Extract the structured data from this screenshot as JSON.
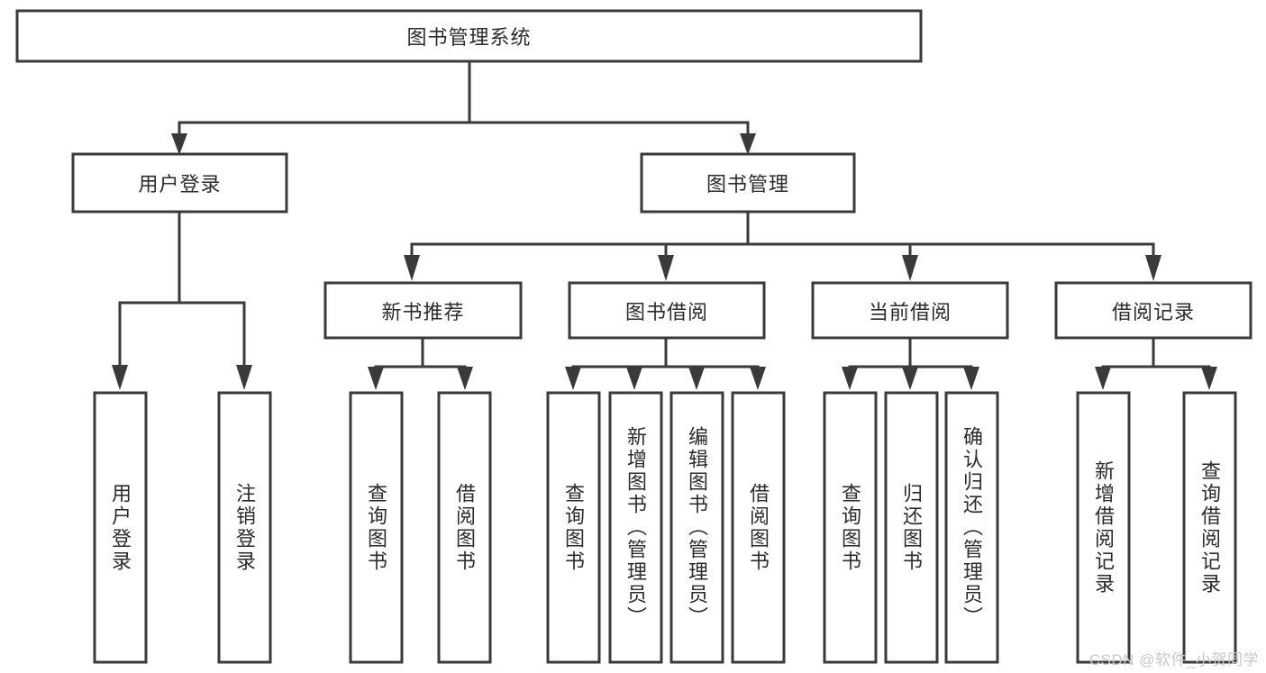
{
  "diagram": {
    "type": "tree-hierarchy",
    "orientation": "top-down",
    "title": "图书管理系统",
    "root": {
      "id": "root",
      "label": "图书管理系统",
      "text_orientation": "horizontal"
    },
    "level1": [
      {
        "id": "user-login",
        "label": "用户登录",
        "text_orientation": "horizontal"
      },
      {
        "id": "book-management",
        "label": "图书管理",
        "text_orientation": "horizontal"
      }
    ],
    "level2": [
      {
        "id": "new-book-recommend",
        "label": "新书推荐",
        "parent": "book-management",
        "text_orientation": "horizontal"
      },
      {
        "id": "book-borrow",
        "label": "图书借阅",
        "parent": "book-management",
        "text_orientation": "horizontal"
      },
      {
        "id": "current-borrow",
        "label": "当前借阅",
        "parent": "book-management",
        "text_orientation": "horizontal"
      },
      {
        "id": "borrow-record",
        "label": "借阅记录",
        "parent": "book-management",
        "text_orientation": "horizontal"
      }
    ],
    "leaves": [
      {
        "id": "leaf-user-login",
        "label": "用户登录",
        "parent": "user-login",
        "text_orientation": "vertical"
      },
      {
        "id": "leaf-user-logout",
        "label": "注销登录",
        "parent": "user-login",
        "text_orientation": "vertical"
      },
      {
        "id": "leaf-query-book-1",
        "label": "查询图书",
        "parent": "new-book-recommend",
        "text_orientation": "vertical"
      },
      {
        "id": "leaf-borrow-book-1",
        "label": "借阅图书",
        "parent": "new-book-recommend",
        "text_orientation": "vertical"
      },
      {
        "id": "leaf-query-book-2",
        "label": "查询图书",
        "parent": "book-borrow",
        "text_orientation": "vertical"
      },
      {
        "id": "leaf-add-book",
        "label": "新增图书（管理员）",
        "parent": "book-borrow",
        "text_orientation": "vertical"
      },
      {
        "id": "leaf-edit-book",
        "label": "编辑图书（管理员）",
        "parent": "book-borrow",
        "text_orientation": "vertical"
      },
      {
        "id": "leaf-borrow-book-2",
        "label": "借阅图书",
        "parent": "book-borrow",
        "text_orientation": "vertical"
      },
      {
        "id": "leaf-query-book-3",
        "label": "查询图书",
        "parent": "current-borrow",
        "text_orientation": "vertical"
      },
      {
        "id": "leaf-return-book",
        "label": "归还图书",
        "parent": "current-borrow",
        "text_orientation": "vertical"
      },
      {
        "id": "leaf-confirm-return",
        "label": "确认归还（管理员）",
        "parent": "current-borrow",
        "text_orientation": "vertical"
      },
      {
        "id": "leaf-add-record",
        "label": "新增借阅记录",
        "parent": "borrow-record",
        "text_orientation": "vertical"
      },
      {
        "id": "leaf-query-record",
        "label": "查询借阅记录",
        "parent": "borrow-record",
        "text_orientation": "vertical"
      }
    ]
  },
  "watermark": {
    "text": "CSDN @软件_小贺同学"
  },
  "colors": {
    "stroke": "#3a3a3a",
    "fill": "#ffffff",
    "text": "#2b2b2b",
    "watermark": "#c9c9c9",
    "background": "#ffffff"
  }
}
